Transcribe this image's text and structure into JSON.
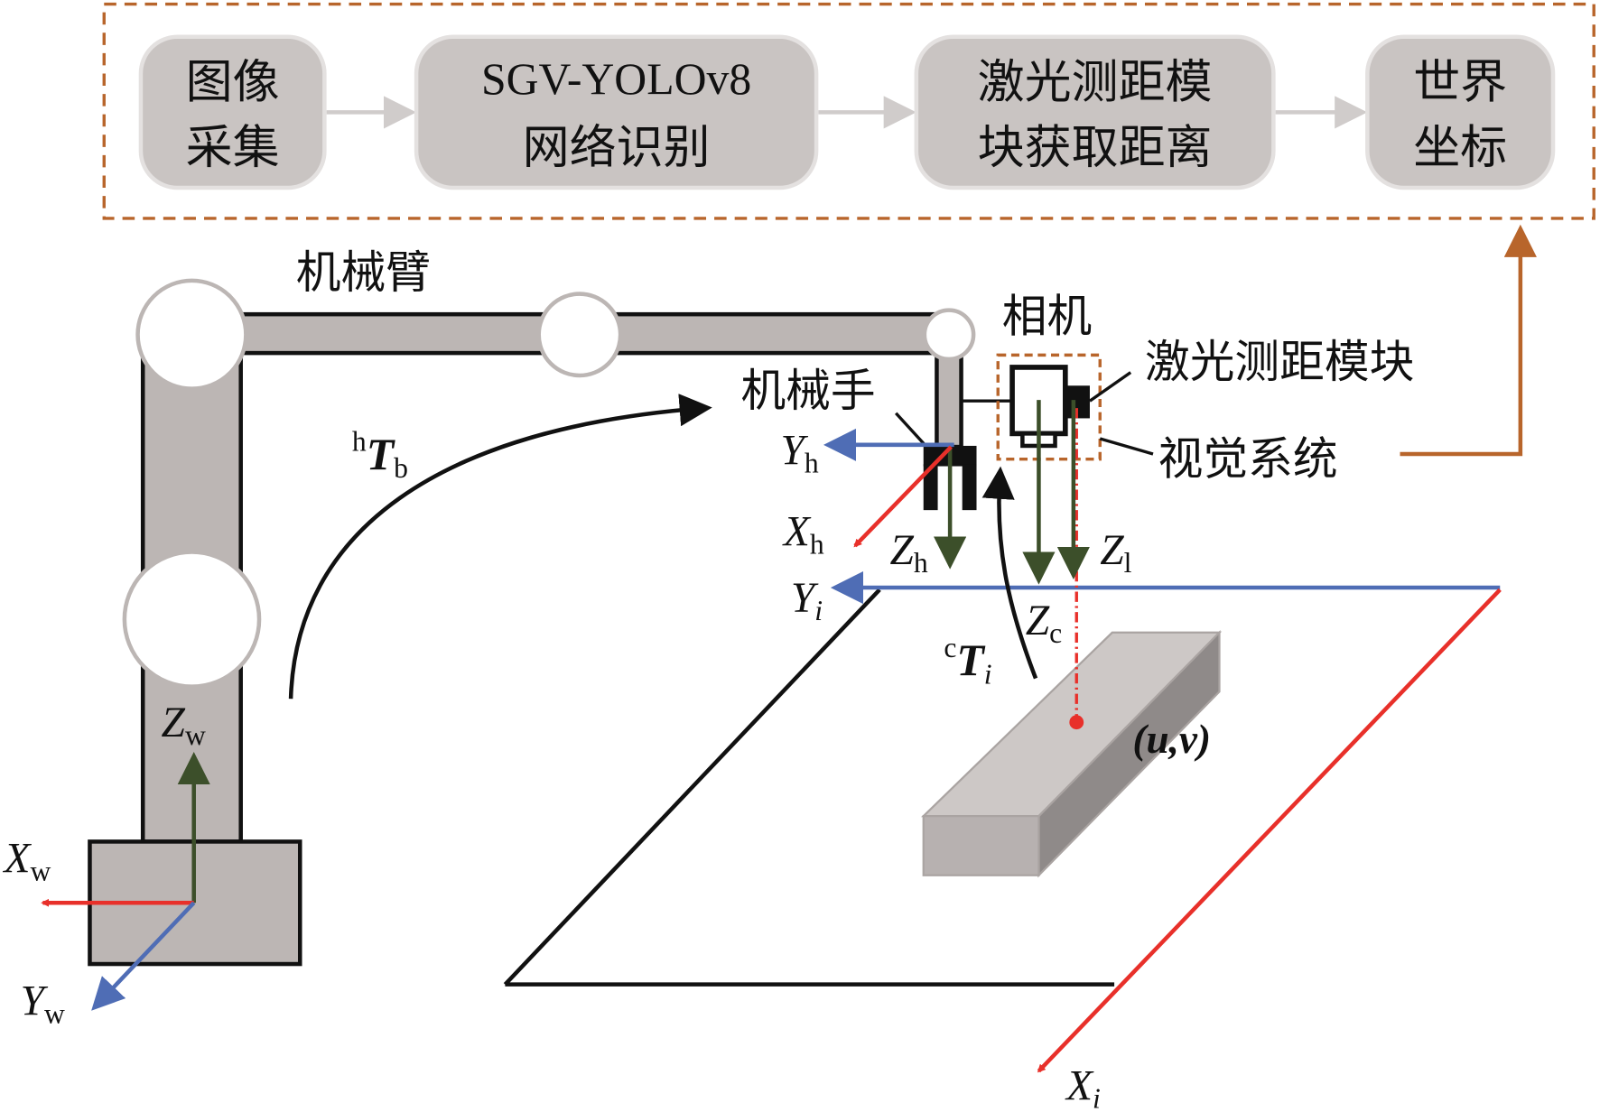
{
  "flow": {
    "steps": [
      {
        "line1": "图像",
        "line2": "采集"
      },
      {
        "line1": "SGV-YOLOv8",
        "line2": "网络识别"
      },
      {
        "line1": "激光测距模",
        "line2": "块获取距离"
      },
      {
        "line1": "世界",
        "line2": "坐标"
      }
    ]
  },
  "labels": {
    "arm": "机械臂",
    "camera": "相机",
    "gripper": "机械手",
    "laser": "激光测距模块",
    "vision": "视觉系统",
    "point": "(u,v)"
  },
  "axes": {
    "yh": {
      "main": "Y",
      "sub": "h"
    },
    "xh": {
      "main": "X",
      "sub": "h"
    },
    "zh": {
      "main": "Z",
      "sub": "h"
    },
    "zl": {
      "main": "Z",
      "sub": "l"
    },
    "yi": {
      "main": "Y",
      "sub": "i"
    },
    "zc": {
      "main": "Z",
      "sub": "c"
    },
    "xi": {
      "main": "X",
      "sub": "i"
    },
    "zw": {
      "main": "Z",
      "sub": "w"
    },
    "xw": {
      "main": "X",
      "sub": "w"
    },
    "yw": {
      "main": "Y",
      "sub": "w"
    }
  },
  "transforms": {
    "htb": {
      "sup": "h",
      "main": "T",
      "sub": "b"
    },
    "cti": {
      "sup": "c",
      "main": "T",
      "sub": "i"
    }
  },
  "colors": {
    "red": "#e8302a",
    "blue": "#4f6db5",
    "green": "#3c4f2a",
    "orange": "#b8652b",
    "gray": "#bcb6b4"
  }
}
